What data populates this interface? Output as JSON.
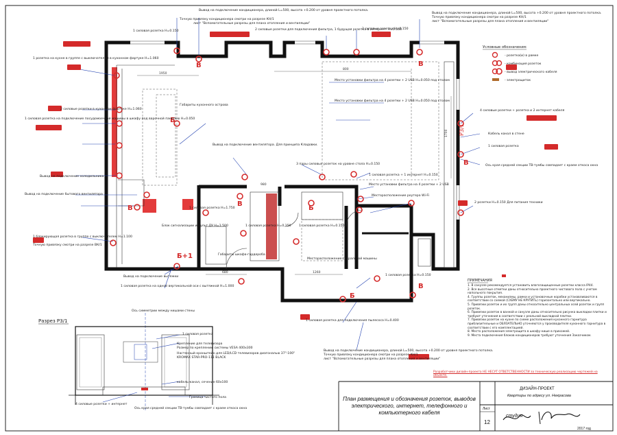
{
  "plan_title": "План размещения и обозначения розеток, выводов электрического, интернет, телефонного и компьютерного кабеля",
  "project": {
    "label": "ДИЗАЙН-ПРОЕКТ",
    "address": "Квартиры по адресу ул. Некрасова",
    "sheet_label": "Лист",
    "sheet_number": "12",
    "year": "2017 год",
    "signature_text": "студия"
  },
  "legend": {
    "title": "Условные обозначения:",
    "items": [
      "- розетка(и) в рамке",
      "- комбинация розеток",
      "- вывод электрического кабеля",
      "- электрощиток"
    ]
  },
  "notes": {
    "title": "ПРИМЕЧАНИЯ",
    "items": [
      "1. В санузле рекомендуется установить влагозащищенные розетки класса IP44.",
      "2. Все высотные отметки даны относительно проектного чистового пола с учетом напольного покрытия.",
      "4. Группы розеток, механизмы, рамки и установочные коробки устанавливаются в соответствии со схемой (СХЕМУ НЕ КРУТИТЬ) горизонтально или вертикально.",
      "5. Привязки розеток и их групп даны относительно центральных осей розеток и групп розеток.",
      "6. Привязки розеток в ванной и санузле даны относительно рисунка выкладки плитки и требуют уточнения в соответствии с реальной выкладкой плитки.",
      "7. Привязки розеток на кухне по схеме расположения кухонного гарнитура приблизительные и ОБЯЗАТЕЛЬНО уточняются у производителя кухонного гарнитура в соответствии с его комплектацией.",
      "8. Место расположения электрощита в шкафу-нише в прихожей.",
      "9. Места подключения блоков кондиционеров требуют уточнения Заказчиком."
    ]
  },
  "disclaimer": "Разработчики дизайн-проекта НЕ НЕСУТ ОТВЕТСТВЕННОСТИ за техническую реализацию чертежей на объекте.",
  "section": {
    "title": "Разрез РЗ/1",
    "axis_label": "Ось симметрии между нишами стены",
    "labels": [
      "1 силовая розетка",
      "Крепление для телевизора",
      "Размер по креплению системы VESA 400x300",
      "Настенный кронштейн для LED/LCD телевизоров диагональю 37\"-100\"",
      "KROMAX STAR-PRO-111 BLACK",
      "кабель-канал, сечение 60x100",
      "Граница чистого пола",
      "4 силовые розетки + интернет",
      "Ось края средней секции ТВ-тумбы совпадает с краем откоса окна"
    ]
  },
  "annotations": [
    {
      "id": "a1",
      "text": "Вывод на подключение кондиционера, длиной L=500, высота +0.200 от уровня проектного потолка."
    },
    {
      "id": "a2",
      "text": "Точную привязку кондиционера смотри на разрезе КН/1"
    },
    {
      "id": "a3",
      "text": "лист \"Вспомогательные разрезы для плана отопления и вентиляции\""
    },
    {
      "id": "a4",
      "text": "1 силовая розетка H=0.150"
    },
    {
      "id": "a5",
      "text": "2 силовые розетки для подключения фильтра, 1 будущая розетка в интернет. H=0.650"
    },
    {
      "id": "a6",
      "text": "2 силовые розетки H=0.150"
    },
    {
      "id": "a7",
      "text": "Вывод на подключение кондиционера, длиной L=500, высота +0.200 от уровня проектного потолка."
    },
    {
      "id": "a8",
      "text": "1 розетка на кухне в группе с выключателем в кухонном фартуке H=1.060"
    },
    {
      "id": "a9",
      "text": "Место установки фильтра на 4 розетки + 2 USB H=0.050 под столом"
    },
    {
      "id": "a10",
      "text": "Место установки фильтра на 4 розетки + 2 USB H=0.050 под столом"
    },
    {
      "id": "a11",
      "text": "2 силовые розетки в кухонном фартуке H=1.060"
    },
    {
      "id": "a12",
      "text": "1 силовая розетка на подключение посудомоечной машины в шкафу под варочной панелью H=0.050"
    },
    {
      "id": "a13",
      "text": "4 силовые розетки + розетка и 2 интернет кабеля"
    },
    {
      "id": "a14",
      "text": "Кабель канал в стене"
    },
    {
      "id": "a15",
      "text": "1 силовая розетка"
    },
    {
      "id": "a16",
      "text": "Ось края средней секции ТВ-тумбы совпадает с краем откоса окна"
    },
    {
      "id": "a17",
      "text": "Вывод на подключение вентилятора. Для принципа Кладовки."
    },
    {
      "id": "a18",
      "text": "3 пары силовых розеток на уровне стола H=0.150"
    },
    {
      "id": "a19",
      "text": "1 силовая розетка + 1 интернет H=0.150"
    },
    {
      "id": "a20",
      "text": "Место установки фильтра на 4 розетки + 2 USB"
    },
    {
      "id": "a21",
      "text": "Месторасположение роутера Wi-Fi"
    },
    {
      "id": "a22",
      "text": "2 розетки H=0.150 Для питания техники"
    },
    {
      "id": "a23",
      "text": "1 силовая розетка H=1.750"
    },
    {
      "id": "a24",
      "text": "1 силовая розетка H=0.150"
    },
    {
      "id": "a25",
      "text": "Габариты шкафа-гардероба"
    },
    {
      "id": "a26",
      "text": "1 силовая розетка H=0.150"
    },
    {
      "id": "a27",
      "text": "Месторасположение стиральной машины"
    },
    {
      "id": "a28",
      "text": "1 силовая розетка H=0.150"
    },
    {
      "id": "a29",
      "text": "1 силовая розетка для подключения пылесоса H=0.400"
    },
    {
      "id": "a30",
      "text": "Вывод на подключение кондиционера, длиной L=500, высота +0.200 от уровня проектного потолка."
    },
    {
      "id": "a31",
      "text": "Вывод на подключение вытяжки"
    },
    {
      "id": "a32",
      "text": "1 силовая розетка на одной вертикальной оси с вытяжкой H=1.000"
    },
    {
      "id": "a33",
      "text": "1 блокирующая розетка в группе с выключателем H=1.100"
    },
    {
      "id": "a34",
      "text": "Точную привязку смотри на разрезе ВК/1"
    },
    {
      "id": "a35",
      "text": "Блок сигнализации и пульт ДУ H=1.500"
    },
    {
      "id": "a36",
      "text": "Габариты кухонного острова"
    },
    {
      "id": "a37",
      "text": "Вывод на подключение холодильника"
    },
    {
      "id": "a38",
      "text": "Вывод на подключение бытового вентилятора"
    }
  ],
  "room_marks": [
    "В",
    "В",
    "Б",
    "В",
    "В",
    "Б+1",
    "В",
    "Б",
    "Б",
    "В"
  ],
  "dimensions": [
    "1950",
    "680",
    "1260",
    "800",
    "1700",
    "980"
  ],
  "section_mark": "РЗ/1"
}
